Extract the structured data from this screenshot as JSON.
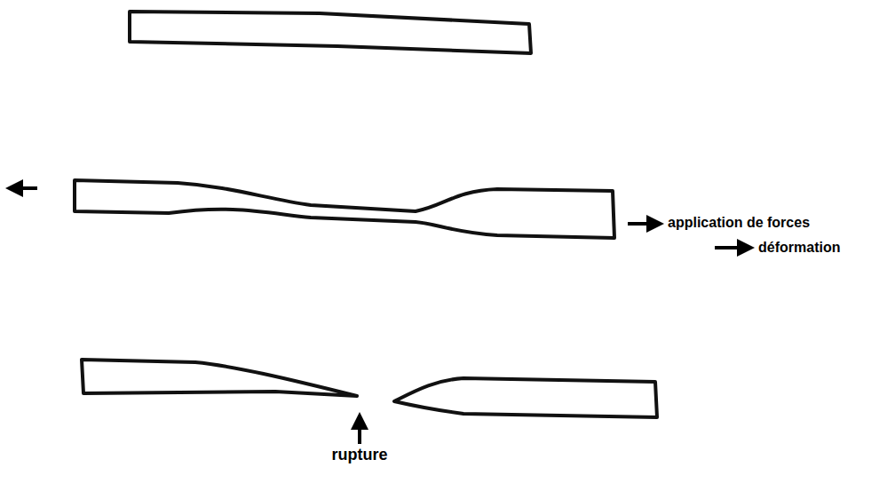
{
  "diagram": {
    "labels": [
      "application de forces",
      "déformation",
      "rupture"
    ]
  }
}
